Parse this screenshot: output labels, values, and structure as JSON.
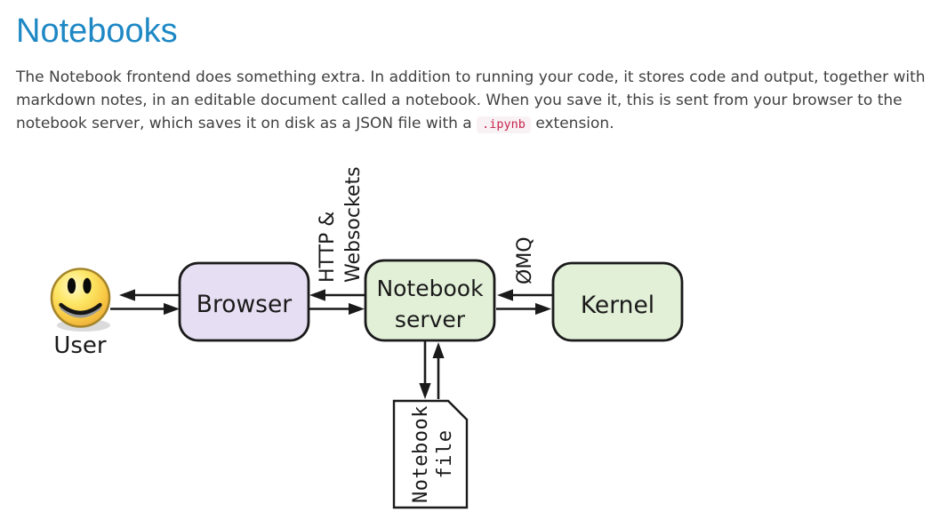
{
  "page": {
    "title": "Notebooks",
    "heading_color": "#1E88C5",
    "body_text_color": "#404040",
    "paragraph": {
      "line1": "The Notebook frontend does something extra. In addition to running your code, it stores code and output, together with",
      "line2": "markdown notes, in an editable document called a notebook. When you save it, this is sent from your browser to the",
      "line3_before": "notebook server, which saves it on disk as a JSON file with a ",
      "inline_code": ".ipynb",
      "line3_after": " extension.",
      "code_color": "#C7254E",
      "code_bg": "#F9F2F4"
    }
  },
  "diagram": {
    "user": {
      "label": "User"
    },
    "browser": {
      "label": "Browser",
      "fill": "#E6DEF2"
    },
    "notebook_server": {
      "label_line1": "Notebook",
      "label_line2": "server",
      "fill": "#E3F0D8"
    },
    "kernel": {
      "label": "Kernel",
      "fill": "#E3F0D8"
    },
    "protocol_browser_server": {
      "line1": "HTTP &",
      "line2": "Websockets"
    },
    "protocol_server_kernel": "ØMQ",
    "notebook_file": {
      "label_line1": "Notebook",
      "label_line2": "file"
    },
    "stroke_color": "#1A1A1A",
    "smiley": {
      "face_border": "#A6862B",
      "face_light": "#FFF8C9",
      "face_dark": "#EDA938"
    }
  }
}
